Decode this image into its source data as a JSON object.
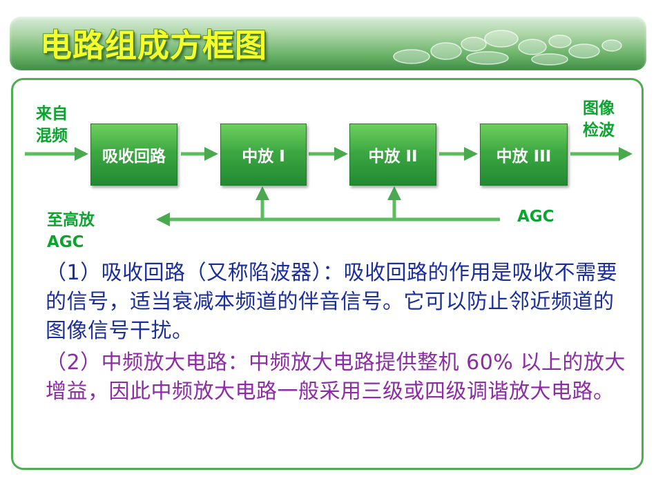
{
  "slide": {
    "title": "电路组成方框图"
  },
  "diagram": {
    "input_label": "来自\n混频",
    "output_label": "图像\n检波",
    "feedback_left_label": "至高放\nAGC",
    "feedback_right_label": "AGC",
    "blocks": [
      {
        "label": "吸收回路"
      },
      {
        "label": "中放 I"
      },
      {
        "label": "中放 II"
      },
      {
        "label": "中放 III"
      }
    ],
    "colors": {
      "block": "#3da842",
      "arrow": "#5cbd5e",
      "label": "#0aa52e"
    }
  },
  "text": {
    "paragraph1": "（1）吸收回路（又称陷波器）：吸收回路的作用是吸收不需要的信号，适当衰减本频道的伴音信号。它可以防止邻近频道的图像信号干扰。",
    "paragraph2": "（2）中频放大电路：中频放大电路提供整机 60% 以上的放大增益，因此中频放大电路一般采用三级或四级调谐放大电路。"
  }
}
